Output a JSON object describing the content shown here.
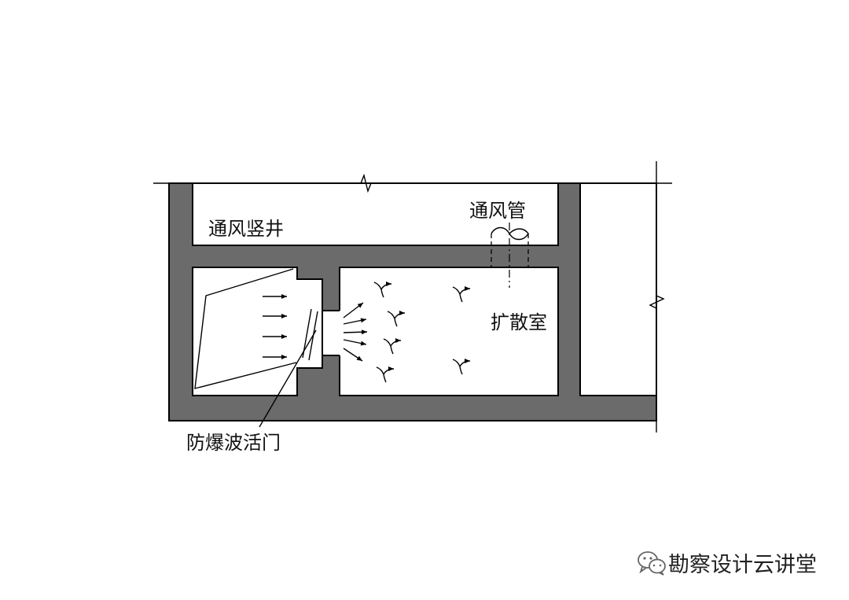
{
  "labels": {
    "shaft": "通风竖井",
    "pipe": "通风管",
    "chamber": "扩散室",
    "valve": "防爆波活门"
  },
  "watermark": {
    "icon": "wechat-icon",
    "text": "勘察设计云讲堂"
  },
  "colors": {
    "wall": "#6b6b6b",
    "line": "#000000",
    "background": "#ffffff"
  }
}
